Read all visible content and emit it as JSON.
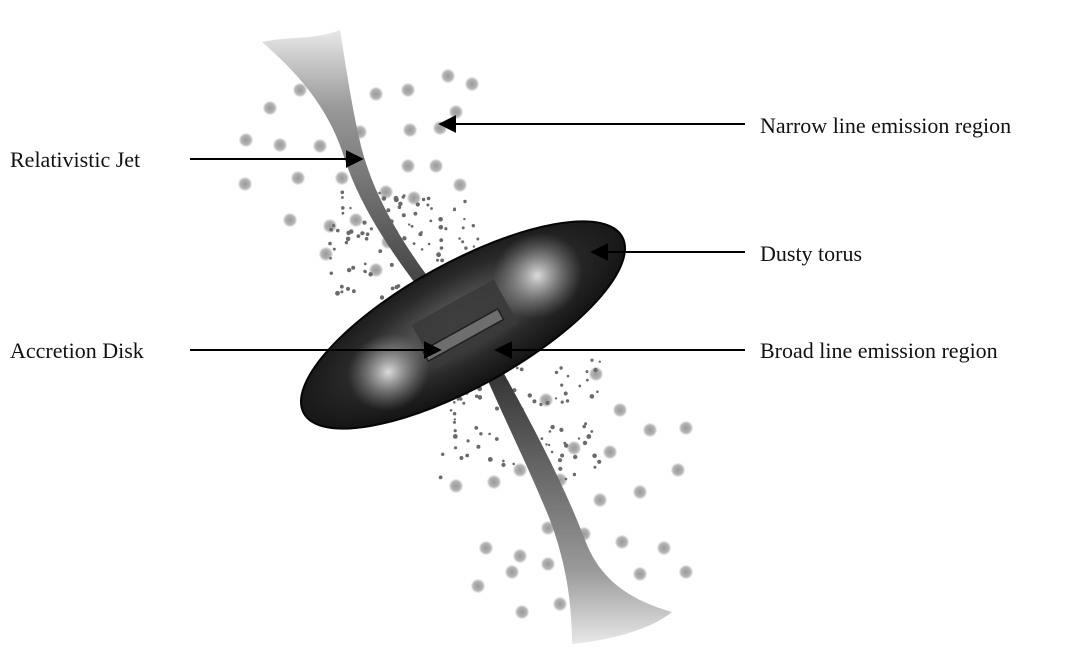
{
  "labels": {
    "relativistic_jet": "Relativistic Jet",
    "accretion_disk": "Accretion Disk",
    "narrow_line_emission_region": "Narrow line emission region",
    "dusty_torus": "Dusty torus",
    "broad_line_emission_region": "Broad line emission region"
  },
  "colors": {
    "text": "#111111",
    "arrow": "#000000",
    "torus_dark": "#1e1e1e",
    "cloud_gray": "#9a9a9a"
  }
}
